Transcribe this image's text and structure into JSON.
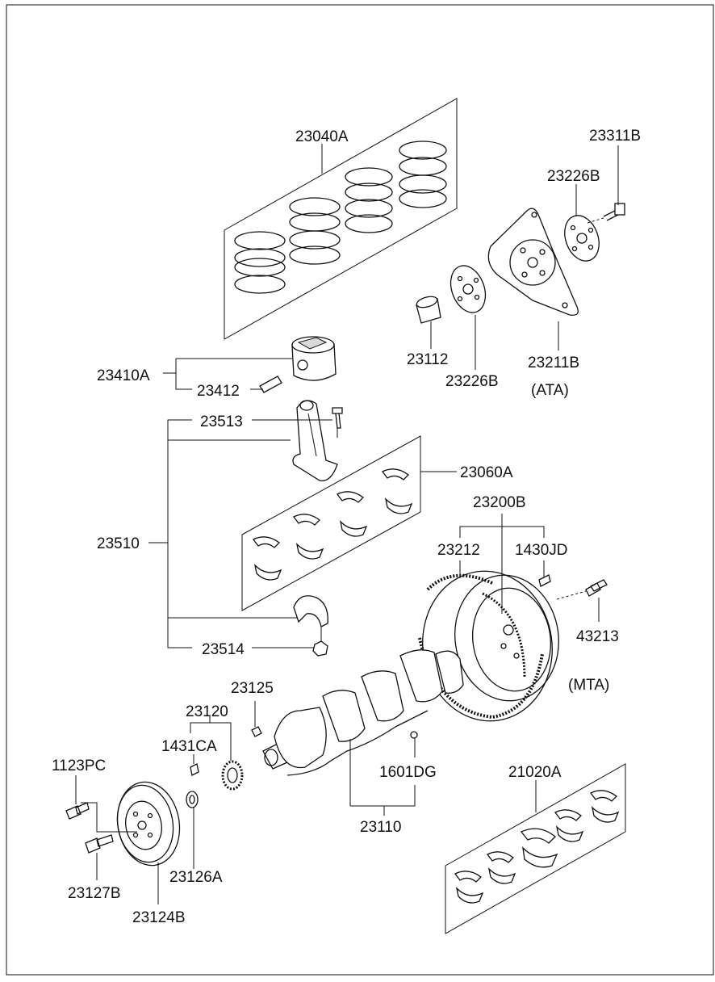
{
  "diagram": {
    "labels": {
      "p23040A": "23040A",
      "p23311B": "23311B",
      "p23226B_top": "23226B",
      "p23112": "23112",
      "p23226B_bot": "23226B",
      "p23211B": "23211B",
      "ata": "(ATA)",
      "p23410A": "23410A",
      "p23412": "23412",
      "p23513": "23513",
      "p23060A": "23060A",
      "p23510": "23510",
      "p23200B": "23200B",
      "p23212": "23212",
      "p1430JD": "1430JD",
      "p43213": "43213",
      "mta": "(MTA)",
      "p23514": "23514",
      "p23125": "23125",
      "p23120": "23120",
      "p1431CA": "1431CA",
      "p1123PC": "1123PC",
      "p1601DG": "1601DG",
      "p21020A": "21020A",
      "p23110": "23110",
      "p23126A": "23126A",
      "p23127B": "23127B",
      "p23124B": "23124B"
    }
  }
}
